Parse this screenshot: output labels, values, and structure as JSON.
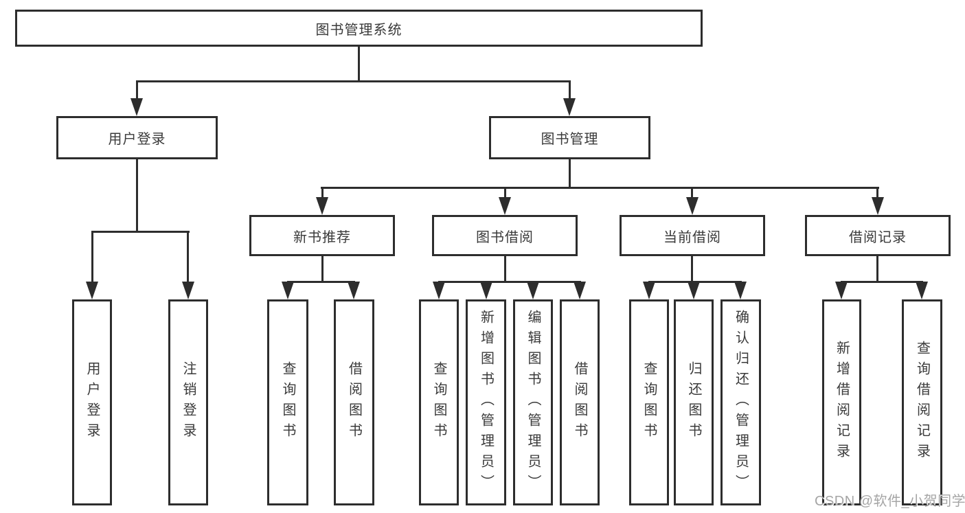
{
  "diagram": {
    "title_node": "图书管理系统",
    "level2": [
      {
        "label": "用户登录"
      },
      {
        "label": "图书管理"
      }
    ],
    "level3": [
      {
        "label": "新书推荐"
      },
      {
        "label": "图书借阅"
      },
      {
        "label": "当前借阅"
      },
      {
        "label": "借阅记录"
      }
    ],
    "leaves": [
      {
        "label": "用户登录",
        "parent": "用户登录"
      },
      {
        "label": "注销登录",
        "parent": "用户登录"
      },
      {
        "label": "查询图书",
        "parent": "新书推荐"
      },
      {
        "label": "借阅图书",
        "parent": "新书推荐"
      },
      {
        "label": "查询图书",
        "parent": "图书借阅"
      },
      {
        "label": "新增图书（管理员）",
        "parent": "图书借阅"
      },
      {
        "label": "编辑图书（管理员）",
        "parent": "图书借阅"
      },
      {
        "label": "借阅图书",
        "parent": "图书借阅"
      },
      {
        "label": "查询图书",
        "parent": "当前借阅"
      },
      {
        "label": "归还图书",
        "parent": "当前借阅"
      },
      {
        "label": "确认归还（管理员）",
        "parent": "当前借阅"
      },
      {
        "label": "新增借阅记录",
        "parent": "借阅记录"
      },
      {
        "label": "查询借阅记录",
        "parent": "借阅记录"
      }
    ],
    "watermark": "CSDN @软件_小贺同学",
    "colors": {
      "line": "#2d2d2d",
      "text": "#3a3a3a",
      "background": "#ffffff",
      "watermark": "#a5a5a5"
    }
  }
}
